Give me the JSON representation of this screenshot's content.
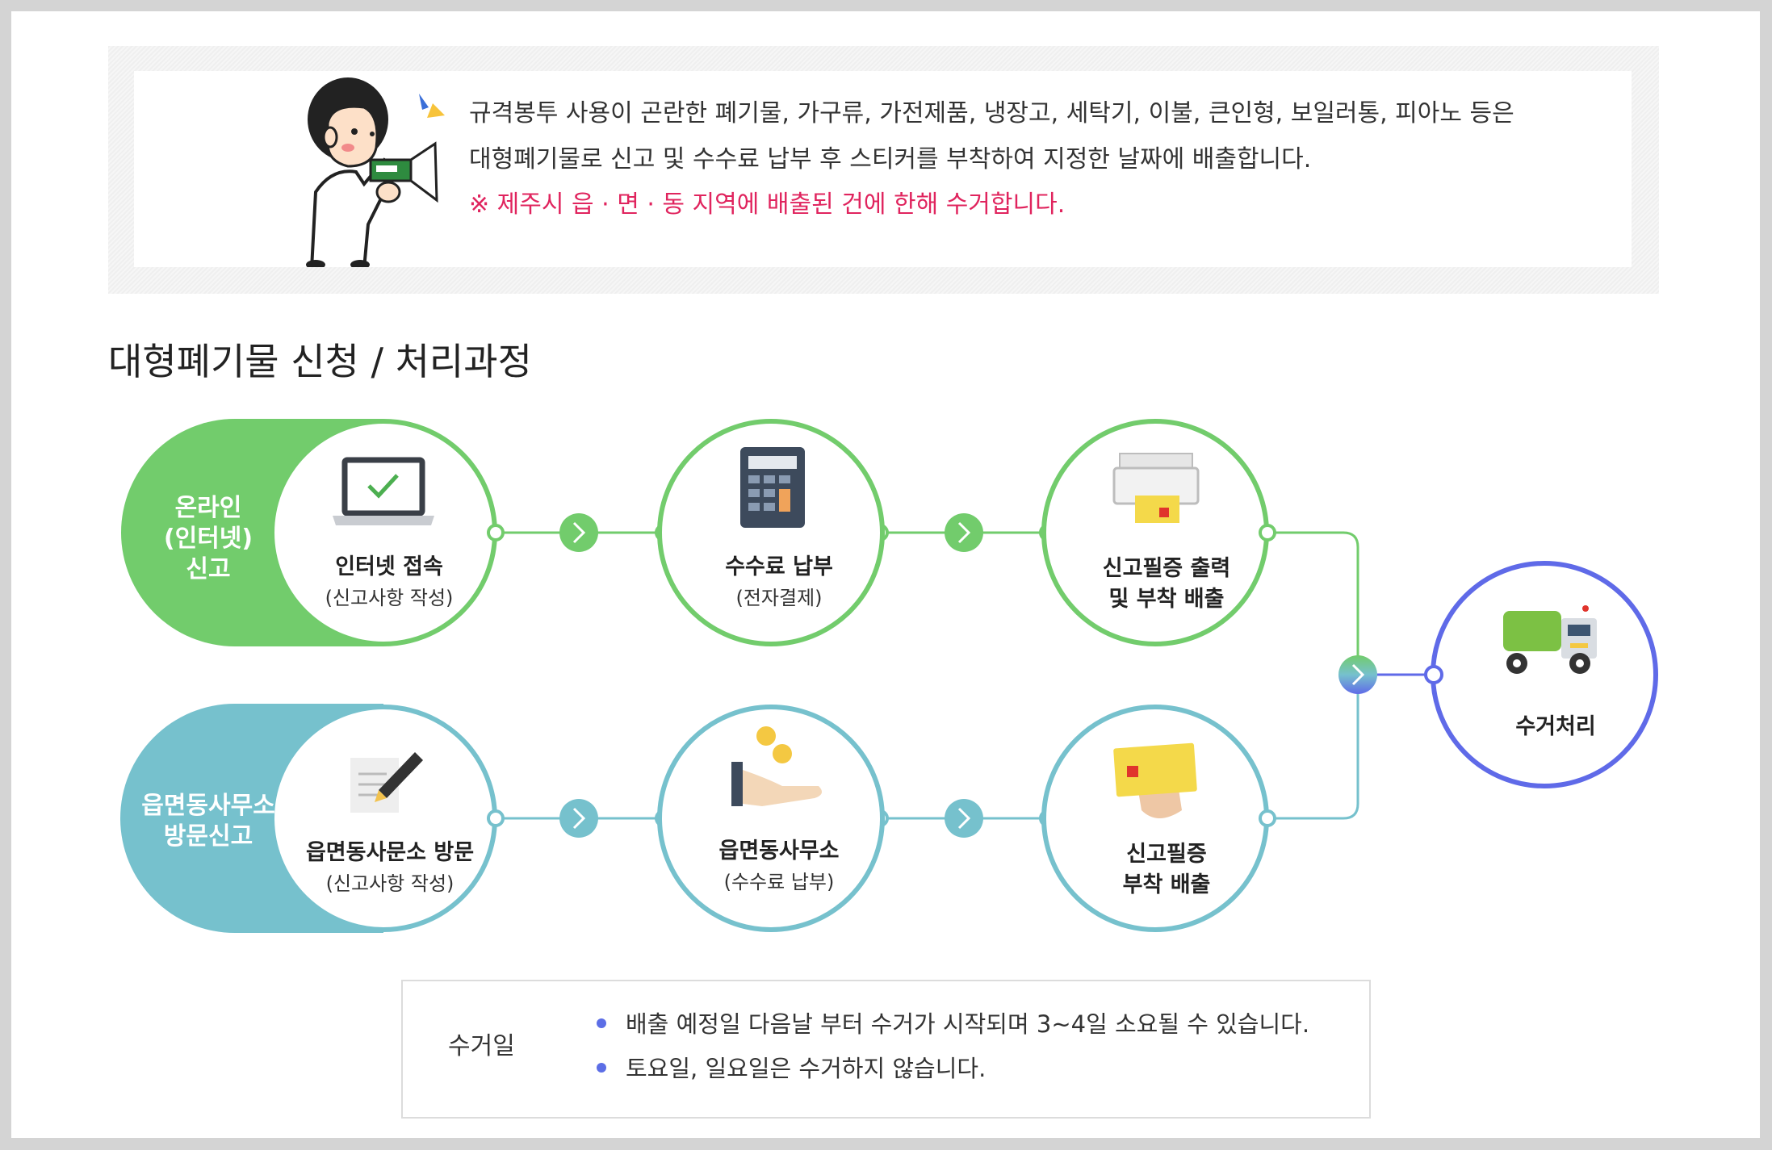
{
  "notice": {
    "line1": "규격봉투 사용이 곤란한 폐기물, 가구류, 가전제품, 냉장고, 세탁기, 이불, 큰인형, 보일러통, 피아노 등은",
    "line2": "대형폐기물로 신고 및 수수료 납부 후 스티커를 부착하여 지정한 날짜에 배출합니다.",
    "line3": "※ 제주시 읍 · 면 · 동 지역에 배출된 건에 한해 수거합니다."
  },
  "section_title": "대형폐기물 신청 / 처리과정",
  "flow": {
    "online": {
      "pill_lines": [
        "온라인",
        "(인터넷)",
        "신고"
      ],
      "step1": {
        "title": "인터넷 접속",
        "sub": "(신고사항 작성)",
        "icon": "laptop-icon"
      },
      "step2": {
        "title": "수수료 납부",
        "sub": "(전자결제)",
        "icon": "calculator-icon"
      },
      "step3": {
        "title_lines": [
          "신고필증 출력",
          "및 부착 배출"
        ],
        "icon": "printer-icon"
      }
    },
    "visit": {
      "pill_lines": [
        "읍면동사무소",
        "방문신고"
      ],
      "step1": {
        "title": "읍면동사문소 방문",
        "sub": "(신고사항 작성)",
        "icon": "document-pen-icon"
      },
      "step2": {
        "title": "읍면동사무소",
        "sub": "(수수료 납부)",
        "icon": "coins-hand-icon"
      },
      "step3": {
        "title_lines": [
          "신고필증",
          "부착 배출"
        ],
        "icon": "hand-sticker-icon"
      }
    },
    "final": {
      "title": "수거처리",
      "icon": "garbage-truck-icon"
    },
    "colors": {
      "online": "#72cc6c",
      "visit": "#76c1cd",
      "final": "#5f6ae8"
    }
  },
  "collection": {
    "label": "수거일",
    "items": [
      "배출 예정일 다음날 부터 수거가 시작되며 3~4일 소요될 수 있습니다.",
      "토요일, 일요일은 수거하지 않습니다."
    ]
  }
}
